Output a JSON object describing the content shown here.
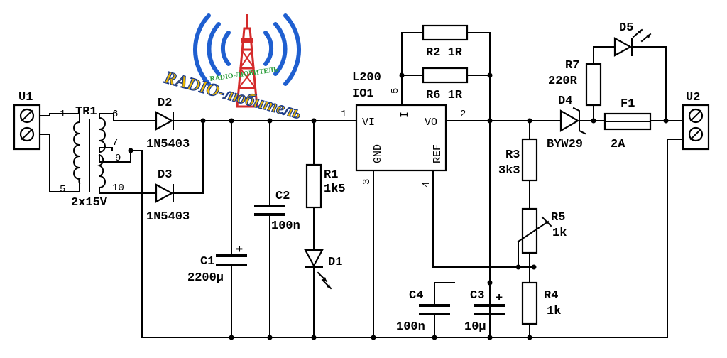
{
  "labels": {
    "u1": "U1",
    "u2": "U2",
    "tr1": "TR1",
    "tr1_rating": "2x15V",
    "d2": "D2",
    "d2_type": "1N5403",
    "d3": "D3",
    "d3_type": "1N5403",
    "c1": "C1",
    "c1_value": "2200µ",
    "c2": "C2",
    "c2_value": "100n",
    "r1": "R1",
    "r1_value": "1k5",
    "d1": "D1",
    "ic_type": "L200",
    "ic_ref": "IO1",
    "r2": "R2 1R",
    "r6": "R6 1R",
    "r3": "R3",
    "r3_value": "3k3",
    "r5": "R5",
    "r5_value": "1k",
    "r4": "R4",
    "r4_value": "1k",
    "c4": "C4",
    "c4_value": "100n",
    "c3": "C3",
    "c3_value": "10µ",
    "r7": "R7",
    "r7_value": "220R",
    "d5": "D5",
    "d4": "D4",
    "d4_type": "BYW29",
    "f1": "F1",
    "f1_value": "2A",
    "plus": "+"
  },
  "pins": {
    "tr_p1": "1",
    "tr_p5": "5",
    "tr_s6": "6",
    "tr_s7": "7",
    "tr_s9": "9",
    "tr_s10": "10",
    "ic_1": "1",
    "ic_2": "2",
    "ic_3": "3",
    "ic_4": "4",
    "ic_5": "5",
    "ic_vi": "VI",
    "ic_vo": "VO",
    "ic_gnd": "GND",
    "ic_ref_pin": "REF",
    "ic_i": "I"
  },
  "logo": {
    "main": "RADIO-любитель",
    "ring": "RADIO-ЛЮБИТЕЛЬ",
    "colors": {
      "blue": "#1f5fd0",
      "red": "#d42a2a",
      "yellow": "#e8b400",
      "green": "#2a9d3a"
    }
  }
}
